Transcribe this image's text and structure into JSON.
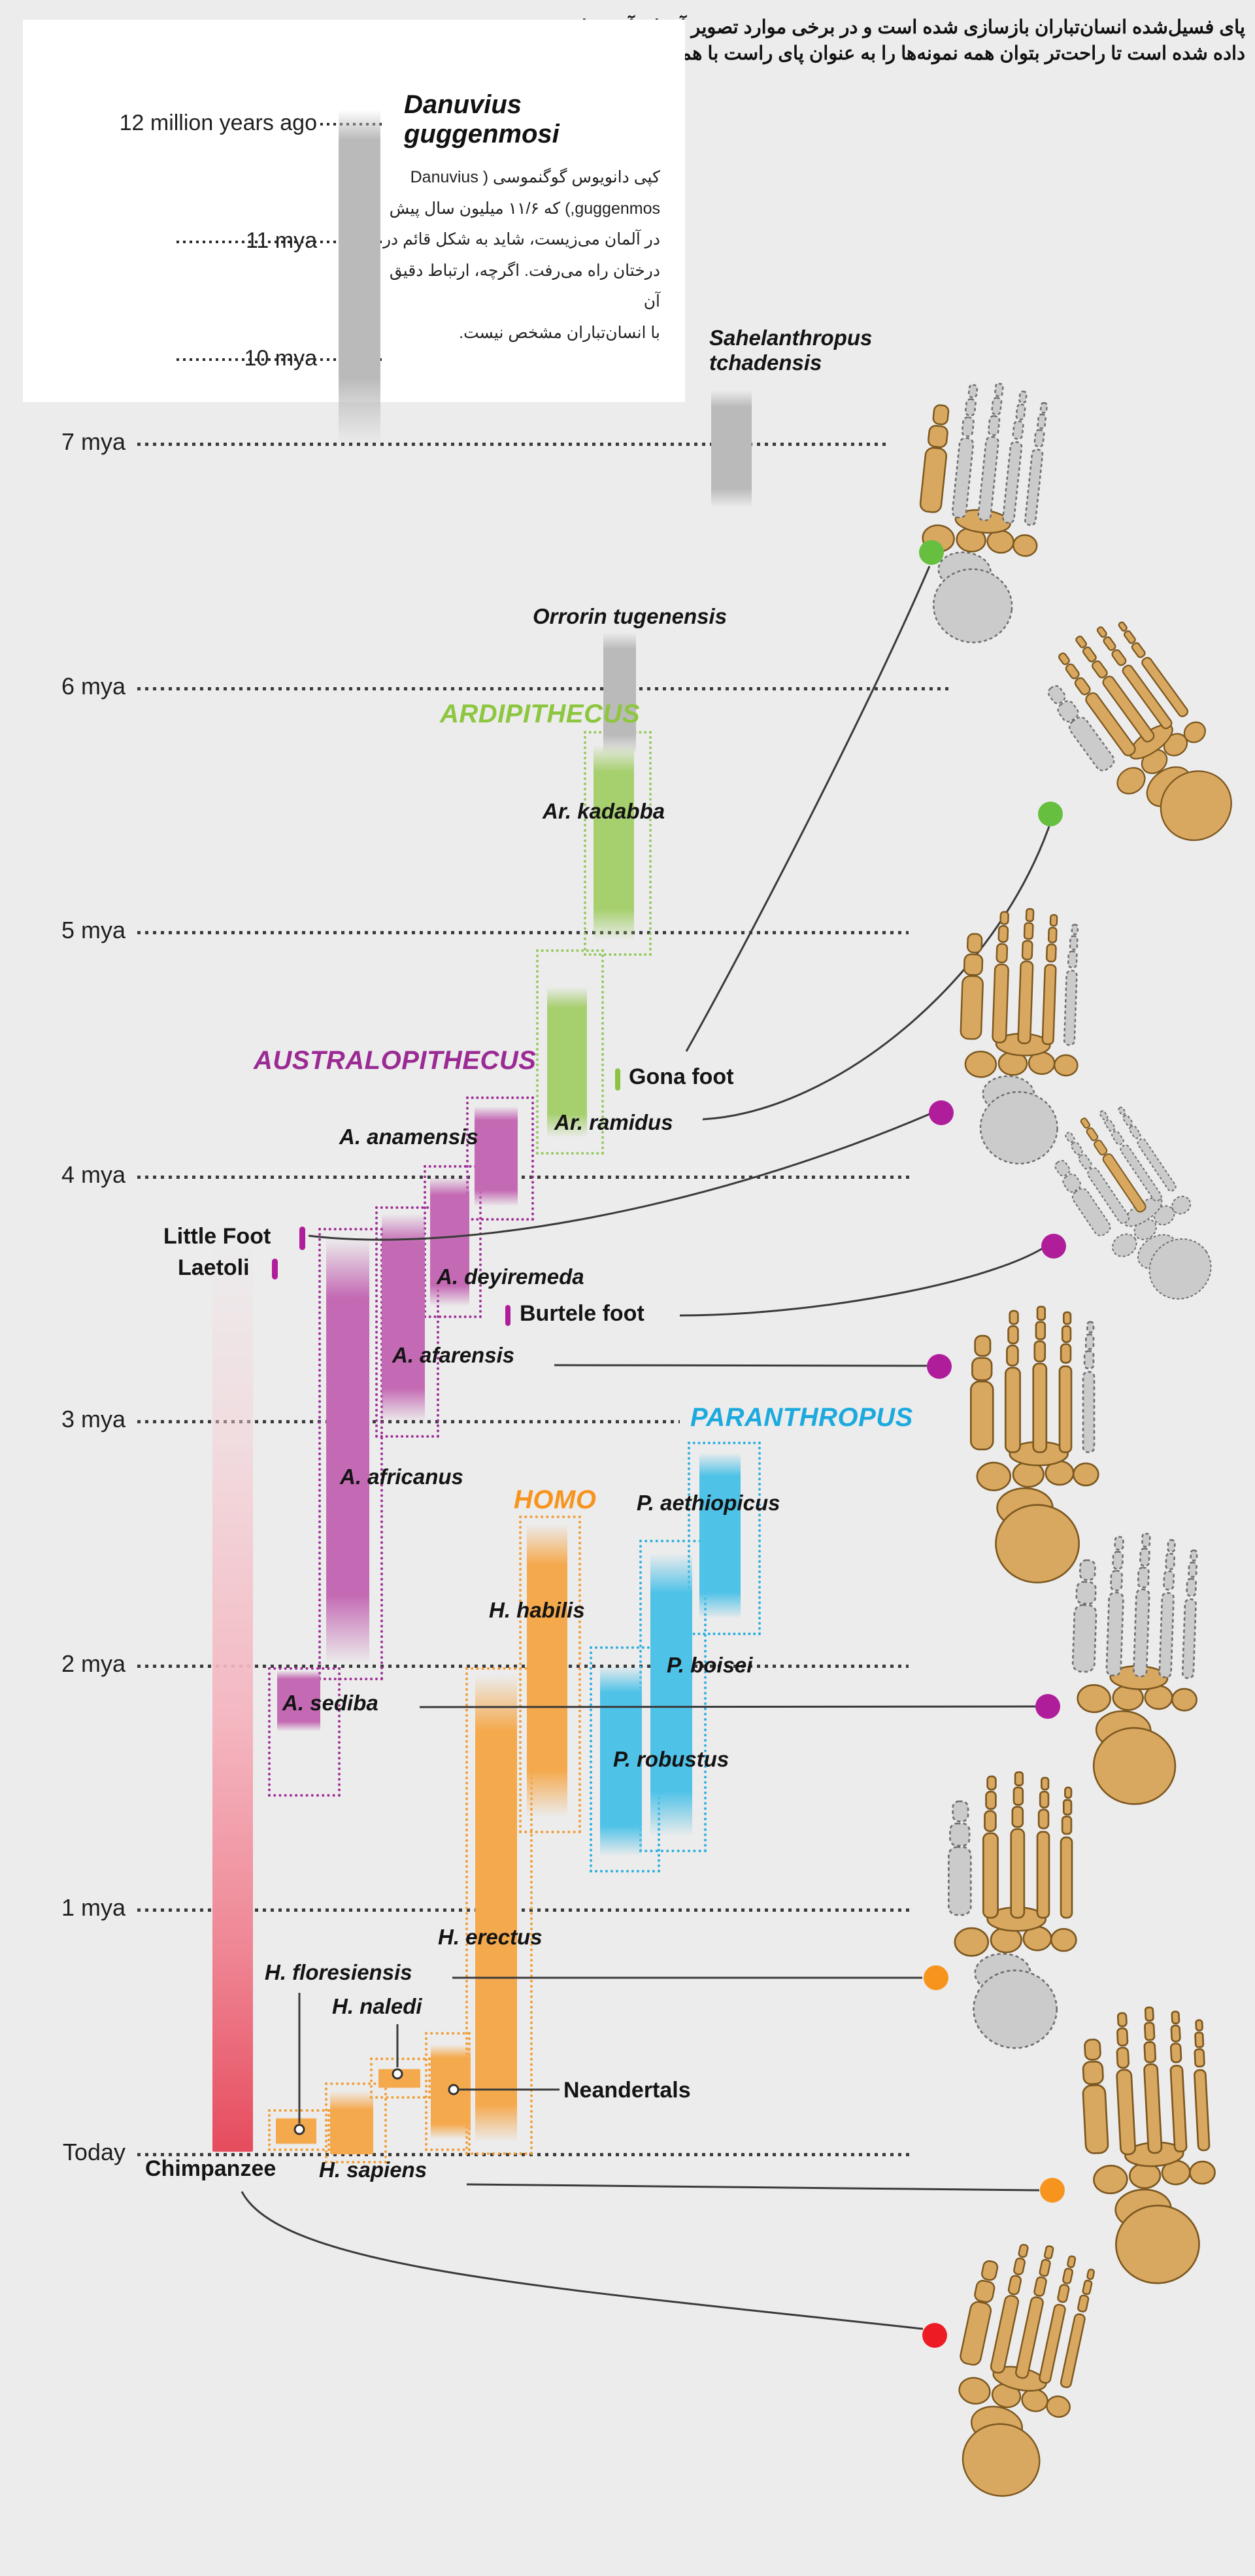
{
  "header": {
    "caption_lines": [
      "پای فسیل‌شده انسان‌تباران بازسازی شده است و در برخی موارد تصویر آینه‌ای آن نشان",
      "داده شده است تا راحت‌تر بتوان همه نمونه‌ها را به عنوان پای راست با هم مقایسه کرد."
    ]
  },
  "inset": {
    "title": "Danuvius guggenmosi",
    "ticks": [
      {
        "label": "12 million years ago",
        "mya": 12
      },
      {
        "label": "11 mya",
        "mya": 11
      },
      {
        "label": "10 mya",
        "mya": 10
      }
    ],
    "bar": {
      "id": "danuvius",
      "start_mya": 12.15,
      "end_mya": 9.3,
      "color": "#bababa"
    },
    "body_lines": [
      "کپی دانویوس گوگنموسی ( Danuvius",
      "guggenmos,) که ۱۱/۶ میلیون سال پیش",
      "در آلمان می‌زیست، شاید به شکل قائم در",
      "درختان راه می‌رفت. اگرچه، ارتباط دقیق آن",
      "با انسان‌تباران مشخص نیست."
    ]
  },
  "axis": {
    "ticks": [
      {
        "label": "7 mya",
        "mya": 7
      },
      {
        "label": "6 mya",
        "mya": 6
      },
      {
        "label": "5 mya",
        "mya": 5
      },
      {
        "label": "4 mya",
        "mya": 4
      },
      {
        "label": "3 mya",
        "mya": 3
      },
      {
        "label": "2 mya",
        "mya": 2
      },
      {
        "label": "1 mya",
        "mya": 1
      },
      {
        "label": "Today",
        "mya": 0
      }
    ]
  },
  "genera": [
    {
      "id": "ardipithecus",
      "label": "ARDIPITHECUS",
      "color": "#8dc63f"
    },
    {
      "id": "australopithecus",
      "label": "AUSTRALOPITHECUS",
      "color": "#9b2a94"
    },
    {
      "id": "paranthropus",
      "label": "PARANTHROPUS",
      "color": "#1caade"
    },
    {
      "id": "homo",
      "label": "HOMO",
      "color": "#f7941e"
    }
  ],
  "species": [
    {
      "id": "sahelanthropus",
      "label": "Sahelanthropus\ntchadensis",
      "type": "bar",
      "start_mya": 7.22,
      "end_mya": 6.74,
      "color": "#bababa"
    },
    {
      "id": "orrorin",
      "label": "Orrorin tugenensis",
      "type": "bar",
      "start_mya": 6.23,
      "end_mya": 5.73,
      "color": "#bababa"
    },
    {
      "id": "kadabba",
      "label": "Ar. kadabba",
      "type": "bar",
      "start_mya": 5.77,
      "end_mya": 4.97,
      "color": "#a6cf6e"
    },
    {
      "id": "ramidus",
      "label": "Ar. ramidus",
      "type": "bar",
      "start_mya": 4.78,
      "end_mya": 4.16,
      "color": "#a6cf6e"
    },
    {
      "id": "gona",
      "label": "Gona foot",
      "type": "tick",
      "start_mya": 4.44,
      "end_mya": 4.35,
      "color": "#8cc43f"
    },
    {
      "id": "anamensis",
      "label": "A. anamensis",
      "type": "bar",
      "start_mya": 4.29,
      "end_mya": 3.88,
      "color": "#c46ab4"
    },
    {
      "id": "littlefoot",
      "label": "Little Foot",
      "type": "tick",
      "start_mya": 3.8,
      "end_mya": 3.7,
      "color": "#b01d9b"
    },
    {
      "id": "laetoli",
      "label": "Laetoli",
      "type": "tick",
      "start_mya": 3.67,
      "end_mya": 3.58,
      "color": "#b01d9b"
    },
    {
      "id": "deyiremeda",
      "label": "A. deyiremeda",
      "type": "bar",
      "start_mya": 4.0,
      "end_mya": 3.47,
      "color": "#c46ab4"
    },
    {
      "id": "burtele",
      "label": "Burtele foot",
      "type": "tick",
      "start_mya": 3.48,
      "end_mya": 3.39,
      "color": "#b01d9b"
    },
    {
      "id": "afarensis",
      "label": "A. afarensis",
      "type": "bar",
      "start_mya": 3.85,
      "end_mya": 3.0,
      "color": "#c46ab4"
    },
    {
      "id": "africanus",
      "label": "A. africanus",
      "type": "bar",
      "start_mya": 3.75,
      "end_mya": 2.01,
      "color": "#c46ab4"
    },
    {
      "id": "sediba",
      "label": "A. sediba",
      "type": "bar",
      "start_mya": 1.98,
      "end_mya": 1.73,
      "color": "#c46ab4"
    },
    {
      "id": "aethiopicus",
      "label": "P. aethiopicus",
      "type": "bar",
      "start_mya": 2.87,
      "end_mya": 2.19,
      "color": "#4fc2e8"
    },
    {
      "id": "boisei",
      "label": "P. boisei",
      "type": "bar",
      "start_mya": 2.46,
      "end_mya": 1.3,
      "color": "#4fc2e8"
    },
    {
      "id": "robustus",
      "label": "P. robustus",
      "type": "bar",
      "start_mya": 2.0,
      "end_mya": 1.22,
      "color": "#4fc2e8"
    },
    {
      "id": "habilis",
      "label": "H. habilis",
      "type": "bar",
      "start_mya": 2.58,
      "end_mya": 1.38,
      "color": "#f5a94d"
    },
    {
      "id": "erectus",
      "label": "H. erectus",
      "type": "bar",
      "start_mya": 1.96,
      "end_mya": 0.05,
      "color": "#f5a94d"
    },
    {
      "id": "neandertals",
      "label": "Neandertals",
      "type": "bar",
      "start_mya": 0.45,
      "end_mya": 0.06,
      "color": "#f5a94d"
    },
    {
      "id": "naledi",
      "label": "H. naledi",
      "type": "bar",
      "start_mya": 0.35,
      "end_mya": 0.27,
      "color": "#f5a94d"
    },
    {
      "id": "floresiensis",
      "label": "H. floresiensis",
      "type": "bar",
      "start_mya": 0.15,
      "end_mya": 0.04,
      "color": "#f5a94d"
    },
    {
      "id": "sapiens",
      "label": "H. sapiens",
      "type": "bar",
      "start_mya": 0.26,
      "end_mya": 0.0,
      "color": "#f5a94d"
    },
    {
      "id": "chimpanzee",
      "label": "Chimpanzee",
      "type": "bar",
      "start_mya": 3.74,
      "end_mya": 0.01,
      "color": "#e64c5e"
    }
  ],
  "feet_dots": [
    {
      "id": "d1",
      "color": "#66bf3f"
    },
    {
      "id": "d2",
      "color": "#66bf3f"
    },
    {
      "id": "d3",
      "color": "#b01d9b"
    },
    {
      "id": "d4",
      "color": "#b01d9b"
    },
    {
      "id": "d5",
      "color": "#b01d9b"
    },
    {
      "id": "d6",
      "color": "#b01d9b"
    },
    {
      "id": "d7",
      "color": "#f7941e"
    },
    {
      "id": "d8",
      "color": "#f7941e"
    },
    {
      "id": "d9",
      "color": "#ed1c24"
    }
  ]
}
